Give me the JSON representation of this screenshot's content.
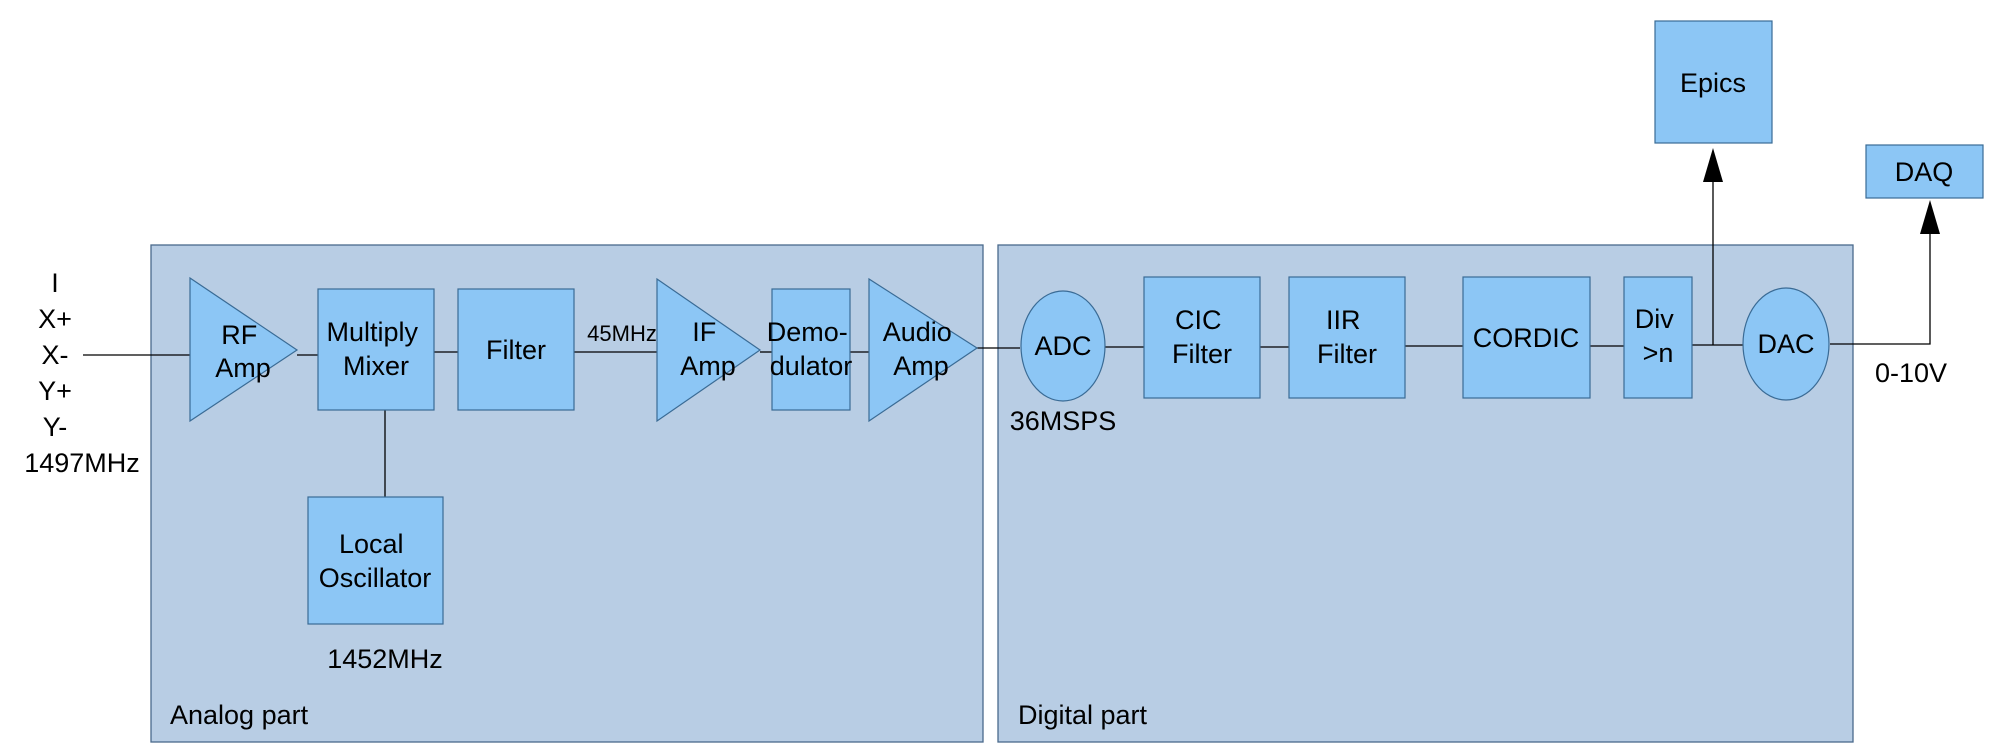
{
  "colors": {
    "region_fill": "#b8cde4",
    "block_fill": "#8cc6f5",
    "wire": "#000000"
  },
  "regions": {
    "analog": "Analog part",
    "digital": "Digital part"
  },
  "input_labels": [
    "I",
    "X+",
    "X-",
    "Y+",
    "Y-",
    "1497MHz"
  ],
  "blocks": {
    "rf_amp": [
      "RF",
      "Amp"
    ],
    "mixer": [
      "Multiply",
      "Mixer"
    ],
    "filter": "Filter",
    "local_osc": [
      "Local",
      "Oscillator"
    ],
    "if_amp": [
      "IF",
      "Amp"
    ],
    "demodulator": [
      "Demo-",
      "dulator"
    ],
    "audio_amp": [
      "Audio",
      "Amp"
    ],
    "adc": "ADC",
    "cic": [
      "CIC",
      "Filter"
    ],
    "iir": [
      "IIR",
      "Filter"
    ],
    "cordic": "CORDIC",
    "div": [
      "Div",
      ">n"
    ],
    "dac": "DAC",
    "epics": "Epics",
    "daq": "DAQ"
  },
  "annotations": {
    "lo_freq": "1452MHz",
    "if_freq": "45MHz",
    "adc_rate": "36MSPS",
    "output_range": "0-10V"
  }
}
